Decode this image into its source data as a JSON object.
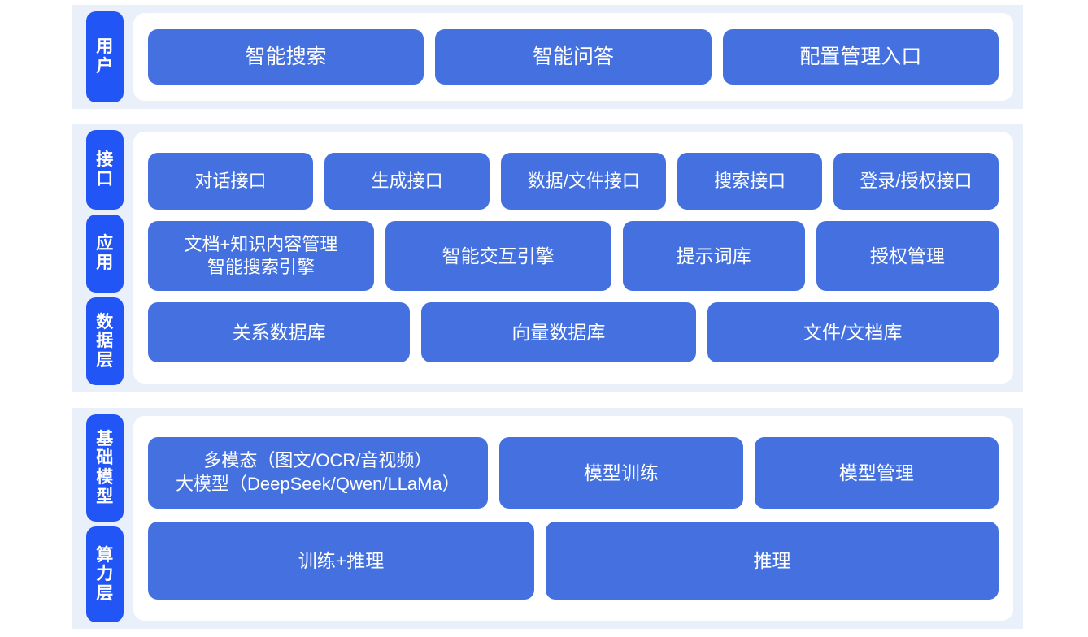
{
  "theme": {
    "page_background": "#ffffff",
    "band_background": "#eaf0fa",
    "panel_background": "#ffffff",
    "tab_color": "#2255f5",
    "box_color": "#4571e0",
    "text_color": "#ffffff"
  },
  "sections": [
    {
      "id": "user",
      "tabs": [
        {
          "label": "用户"
        }
      ],
      "rows": [
        {
          "id": "user-row",
          "boxes": [
            {
              "label": "智能搜索",
              "flex": 1
            },
            {
              "label": "智能问答",
              "flex": 1
            },
            {
              "label": "配置管理入口",
              "flex": 1
            }
          ]
        }
      ]
    },
    {
      "id": "platform",
      "tabs": [
        {
          "label": "接口"
        },
        {
          "label": "应用"
        },
        {
          "label": "数据层"
        }
      ],
      "rows": [
        {
          "id": "api-row",
          "boxes": [
            {
              "label": "对话接口",
              "flex": 1
            },
            {
              "label": "生成接口",
              "flex": 1
            },
            {
              "label": "数据/文件接口",
              "flex": 1
            },
            {
              "label": "搜索接口",
              "flex": 0.86
            },
            {
              "label": "登录/授权接口",
              "flex": 1
            }
          ]
        },
        {
          "id": "app-row",
          "boxes": [
            {
              "label": "文档+知识内容管理\n智能搜索引擎",
              "flex": 1.06,
              "multiline": true
            },
            {
              "label": "智能交互引擎",
              "flex": 1.06
            },
            {
              "label": "提示词库",
              "flex": 0.84
            },
            {
              "label": "授权管理",
              "flex": 0.84
            }
          ]
        },
        {
          "id": "data-row",
          "boxes": [
            {
              "label": "关系数据库",
              "flex": 1
            },
            {
              "label": "向量数据库",
              "flex": 1.05
            },
            {
              "label": "文件/文档库",
              "flex": 1.12
            }
          ]
        }
      ]
    },
    {
      "id": "infrastructure",
      "tabs": [
        {
          "label": "基础模型"
        },
        {
          "label": "算力层"
        }
      ],
      "rows": [
        {
          "id": "model-row",
          "boxes": [
            {
              "label": "多模态（图文/OCR/音视频）\n大模型（DeepSeek/Qwen/LLaMa）",
              "flex": 1.42,
              "multiline": true
            },
            {
              "label": "模型训练",
              "flex": 1
            },
            {
              "label": "模型管理",
              "flex": 1
            }
          ]
        },
        {
          "id": "power-row",
          "boxes": [
            {
              "label": "训练+推理",
              "flex": 1
            },
            {
              "label": "推理",
              "flex": 1.18
            }
          ]
        }
      ]
    }
  ]
}
